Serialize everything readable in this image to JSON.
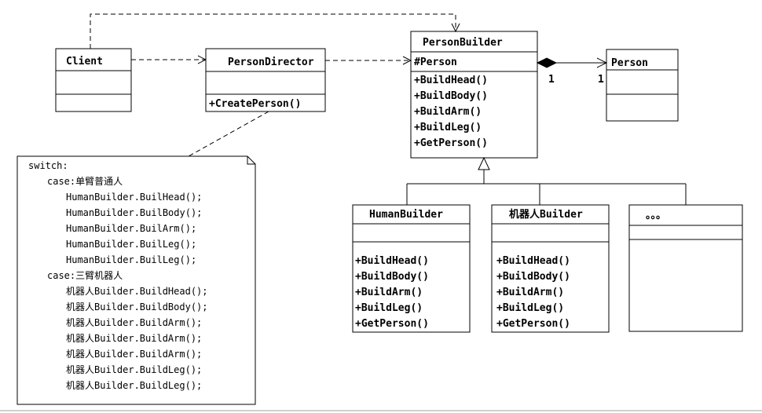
{
  "classes": {
    "client": {
      "name": "Client",
      "attributes": [],
      "operations": []
    },
    "director": {
      "name": "PersonDirector",
      "attributes": [],
      "operations": [
        "+CreatePerson()"
      ]
    },
    "builder": {
      "name": "PersonBuilder",
      "attributes": [
        "#Person"
      ],
      "operations": [
        "+BuildHead()",
        "+BuildBody()",
        "+BuildArm()",
        "+BuildLeg()",
        "+GetPerson()"
      ]
    },
    "person": {
      "name": "Person",
      "attributes": [],
      "operations": []
    },
    "human_builder": {
      "name": "HumanBuilder",
      "attributes": [],
      "operations": [
        "+BuildHead()",
        "+BuildBody()",
        "+BuildArm()",
        "+BuildLeg()",
        "+GetPerson()"
      ]
    },
    "robot_builder": {
      "name": "机器人Builder",
      "attributes": [],
      "operations": [
        "+BuildHead()",
        "+BuildBody()",
        "+BuildArm()",
        "+BuildLeg()",
        "+GetPerson()"
      ]
    },
    "more": {
      "name": "。。。",
      "attributes": [],
      "operations": []
    }
  },
  "composition": {
    "builder_end": "1",
    "person_end": "1"
  },
  "note": {
    "lines": [
      "switch:",
      "case:单臂普通人",
      "HumanBuilder.BuilHead();",
      "HumanBuilder.BuilBody();",
      "HumanBuilder.BuilArm();",
      "HumanBuilder.BuilLeg();",
      "HumanBuilder.BuilLeg();",
      "case:三臂机器人",
      "机器人Builder.BuildHead();",
      "机器人Builder.BuildBody();",
      "机器人Builder.BuildArm();",
      "机器人Builder.BuildArm();",
      "机器人Builder.BuildArm();",
      "机器人Builder.BuildLeg();",
      "机器人Builder.BuildLeg();"
    ]
  },
  "colors": {
    "stroke": "#000000",
    "background": "#ffffff"
  }
}
